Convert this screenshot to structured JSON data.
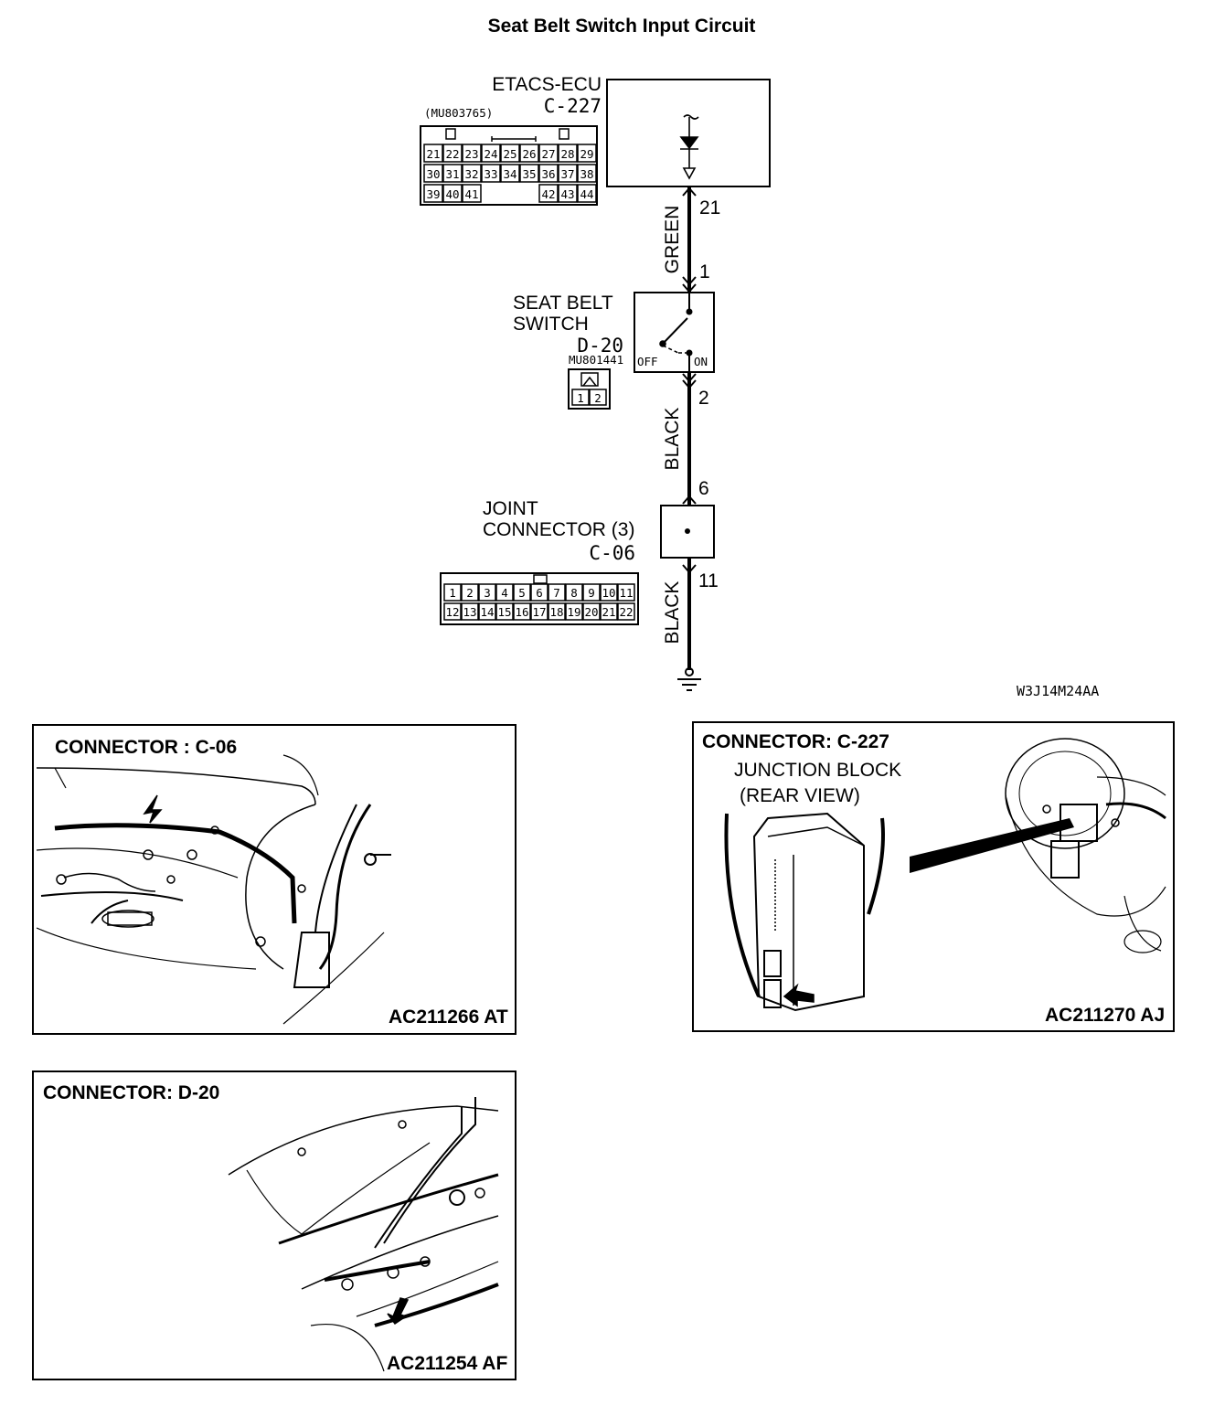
{
  "title": "Seat Belt Switch Input Circuit",
  "ecu": {
    "name": "ETACS-ECU",
    "connector": "C-227",
    "part_no": "(MU803765)",
    "pins_row1": [
      "21",
      "22",
      "23",
      "24",
      "25",
      "26",
      "27",
      "28",
      "29"
    ],
    "pins_row2": [
      "30",
      "31",
      "32",
      "33",
      "34",
      "35",
      "36",
      "37",
      "38"
    ],
    "pins_row3_left": [
      "39",
      "40",
      "41"
    ],
    "pins_row3_right": [
      "42",
      "43",
      "44"
    ],
    "terminal": "21"
  },
  "wire1": {
    "color": "GREEN"
  },
  "switch": {
    "name_line1": "SEAT BELT",
    "name_line2": "SWITCH",
    "connector": "D-20",
    "part_no": "MU801441",
    "pins": [
      "1",
      "2"
    ],
    "terminal_top": "1",
    "terminal_bottom": "2",
    "state_off": "OFF",
    "state_on": "ON"
  },
  "wire2": {
    "color": "BLACK"
  },
  "joint": {
    "name_line1": "JOINT",
    "name_line2": "CONNECTOR (3)",
    "connector": "C-06",
    "terminal_top": "6",
    "terminal_bottom": "11",
    "pins_row1": [
      "1",
      "2",
      "3",
      "4",
      "5",
      "6",
      "7",
      "8",
      "9",
      "10",
      "11"
    ],
    "pins_row2": [
      "12",
      "13",
      "14",
      "15",
      "16",
      "17",
      "18",
      "19",
      "20",
      "21",
      "22"
    ]
  },
  "wire3": {
    "color": "BLACK"
  },
  "diagram_code": "W3J14M24AA",
  "panels": {
    "c06": {
      "title": "CONNECTOR : C-06",
      "code": "AC211266 AT"
    },
    "c227": {
      "title": "CONNECTOR: C-227",
      "sub1": "JUNCTION BLOCK",
      "sub2": "(REAR VIEW)",
      "code": "AC211270 AJ"
    },
    "d20": {
      "title": "CONNECTOR: D-20",
      "code": "AC211254 AF"
    }
  }
}
